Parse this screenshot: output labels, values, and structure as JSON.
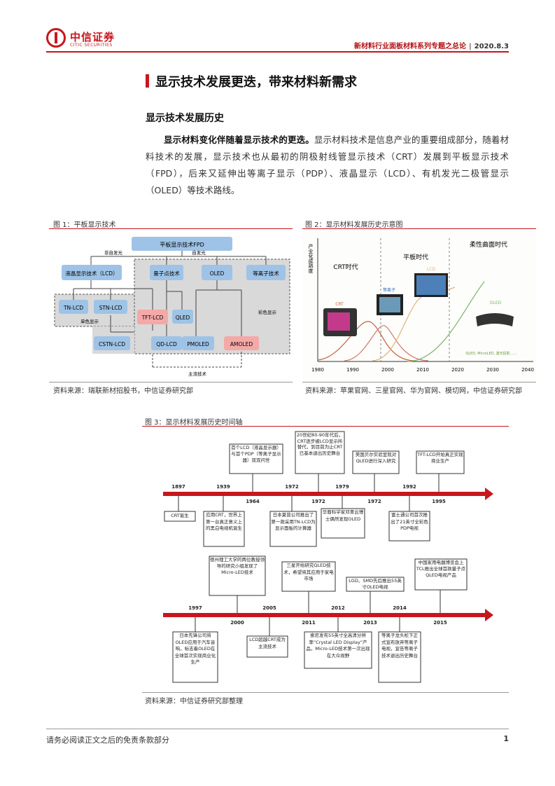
{
  "header": {
    "logo_cn": "中信证券",
    "logo_en": "CITIC SECURITIES",
    "report_title": "新材料行业面板材料系列专题之总论",
    "separator": "|",
    "date": "2020.8.3"
  },
  "section": {
    "title": "显示技术发展更迭，带来材料新需求",
    "subtitle": "显示技术发展历史",
    "lead_bold": "显示材料变化伴随着显示技术的更迭。",
    "body": "显示材料技术是信息产业的重要组成部分，随着材料技术的发展，显示技术也从最初的阴极射线管显示技术（CRT）发展到平板显示技术（FPD），后来又延伸出等离子显示（PDP）、液晶显示（LCD）、有机发光二极管显示（OLED）等技术路线。"
  },
  "figure1": {
    "caption": "图 1：平板显示技术",
    "source": "资料来源：瑞联新材招股书，中信证券研究部",
    "nodes": {
      "fpd": "平板显示技术FPD",
      "non_emissive": "非自发光",
      "emissive": "自发光",
      "lcd": "液晶显示技术（LCD）",
      "qd": "量子点技术",
      "oled": "OLED",
      "pdp": "等离子技术",
      "tn": "TN-LCD",
      "stn": "STN-LCD",
      "mono": "单色显示",
      "tft": "TFT-LCD",
      "qled": "QLED",
      "color": "彩色显示",
      "cstn": "CSTN-LCD",
      "qdlcd": "QD-LCD",
      "pmoled": "PMOLED",
      "amoled": "AMOLED",
      "mainstream": "主流技术"
    }
  },
  "figure2": {
    "caption": "图 2：显示材料发展历史示意图",
    "source": "资料来源：苹果官网、三星官网、华为官网、模切网，中信证券研究部",
    "ylabel": "产业化成熟度",
    "eras": [
      "CRT时代",
      "平板时代",
      "柔性曲面时代"
    ],
    "labels": [
      "CRT",
      "等离子",
      "LCD",
      "OLED",
      "QLED, MicroLED, 激光投影……"
    ],
    "chart_data": {
      "type": "line",
      "x": [
        "1980",
        "1990",
        "2000",
        "2010",
        "2020",
        "2030",
        "2040"
      ],
      "xlim": [
        1980,
        2040
      ],
      "ylabel": "产业化成熟度"
    }
  },
  "figure3": {
    "caption": "图 3：显示材料发展历史时间轴",
    "source": "资料来源：中信证券研究部整理",
    "row1_years_top": [
      "1897",
      "1939",
      "1972",
      "1979",
      "1992"
    ],
    "row1_years_bottom": [
      "1964",
      "1972",
      "1972",
      "1995"
    ],
    "row1_above": [
      "首个LCD（液晶显示器）与首个PDP（等离子显示器）双双问世",
      "20世纪80-90年代后，CRT逐步被LCD显示所替代，到目前为止CRT已基本退出历史舞台",
      "美国贝尔实验室就对QLED进行深入研究",
      "TFT-LCD开始真正实现商业生产"
    ],
    "row1_below": [
      "CRT诞生",
      "应用CRT，世界上第一台真正意义上的黑白电视机诞生",
      "日本夏普公司推出了第一款采用TN-LCD为显示面板的计算器",
      "华裔科学家邓青云博士偶然发现OLED",
      "富士通公司首次推出了21英寸全彩色PDP电视"
    ],
    "row2_years_top": [
      "1997",
      "2005",
      "2012",
      "2014"
    ],
    "row2_years_bottom": [
      "2000",
      "2011",
      "2013",
      "2015"
    ],
    "row2_above": [
      "德州理工大学的两位教授领导的研究小组发现了Micro-LED技术",
      "三星开始研究QLED技术，希望将其应用于家电市场",
      "LGD、SMD先后推出55英寸OLED电视",
      "中国家用电器博览会上TCL推出全球首款量子点QLED电视产品"
    ],
    "row2_below": [
      "日本先锋公司将OLED应用于汽车音响，标志着OLED在全球首次实现商业化生产",
      "LCD超越CRT成为主流技术",
      "索尼发布55英寸全高清分辨率“Crystal LED Display”产品，Micro-LED技术第一次出现在大众视野",
      "等离子龙头松下正式宣布放弃等离子电视，宣告等离子技术退出历史舞台"
    ]
  },
  "footer": {
    "disclaimer": "请务必阅读正文之后的免责条款部分",
    "page": "1"
  },
  "colors": {
    "brand_red": "#c8161d",
    "node_blue": "#9ec3e6",
    "node_pink": "#f4a9a8",
    "gray_box": "#d9d9d9"
  }
}
